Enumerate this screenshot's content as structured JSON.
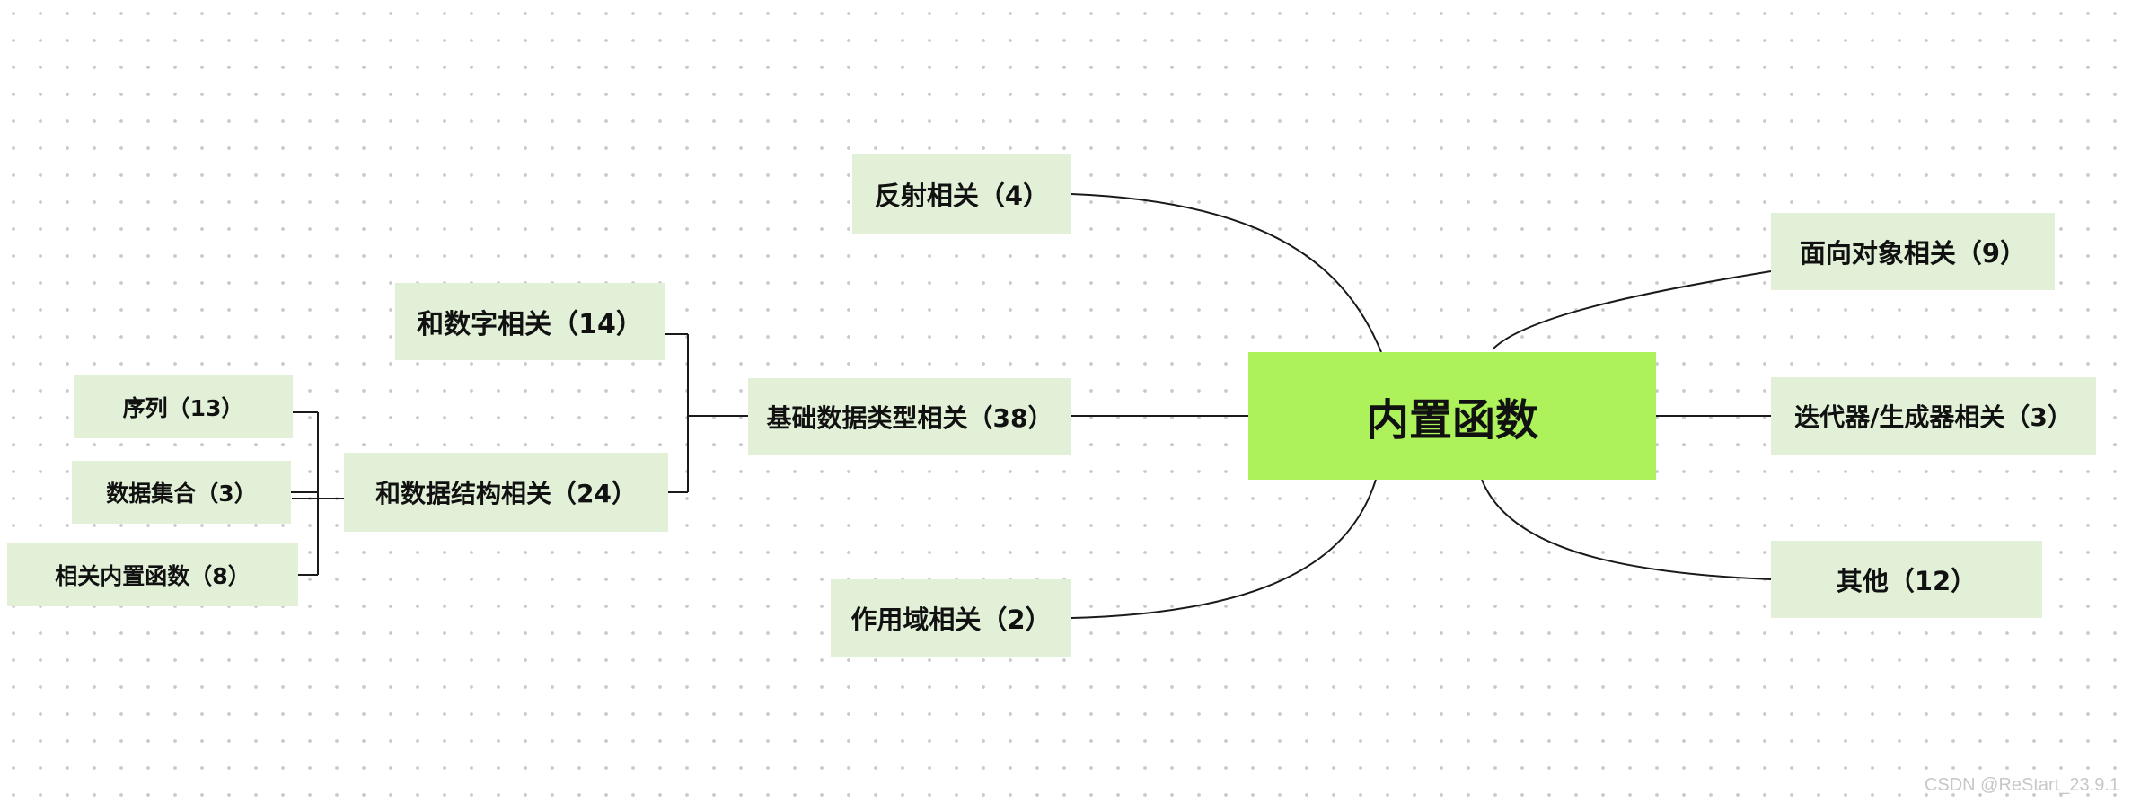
{
  "diagram": {
    "root": {
      "label": "内置函数"
    },
    "nodes": [
      {
        "id": "reflect",
        "label": "反射相关（4）"
      },
      {
        "id": "basic",
        "label": "基础数据类型相关（38）"
      },
      {
        "id": "scope",
        "label": "作用域相关（2）"
      },
      {
        "id": "number",
        "label": "和数字相关（14）"
      },
      {
        "id": "datastruct",
        "label": "和数据结构相关（24）"
      },
      {
        "id": "sequence",
        "label": "序列（13）"
      },
      {
        "id": "dataset",
        "label": "数据集合（3）"
      },
      {
        "id": "related_builtin",
        "label": "相关内置函数（8）"
      },
      {
        "id": "oop",
        "label": "面向对象相关（9）"
      },
      {
        "id": "iterator",
        "label": "迭代器/生成器相关（3）"
      },
      {
        "id": "other",
        "label": "其他（12）"
      }
    ],
    "edges": [
      {
        "from": "root",
        "to": "reflect"
      },
      {
        "from": "root",
        "to": "basic"
      },
      {
        "from": "root",
        "to": "scope"
      },
      {
        "from": "root",
        "to": "oop"
      },
      {
        "from": "root",
        "to": "iterator"
      },
      {
        "from": "root",
        "to": "other"
      },
      {
        "from": "basic",
        "to": "number"
      },
      {
        "from": "basic",
        "to": "datastruct"
      },
      {
        "from": "datastruct",
        "to": "sequence"
      },
      {
        "from": "datastruct",
        "to": "dataset"
      },
      {
        "from": "datastruct",
        "to": "related_builtin"
      }
    ]
  },
  "watermark": "CSDN @ReStart_23.9.1",
  "colors": {
    "root_fill": "#adf25a",
    "node_fill": "#e1f0d7",
    "line": "#1a1a1a",
    "text": "#111111"
  }
}
